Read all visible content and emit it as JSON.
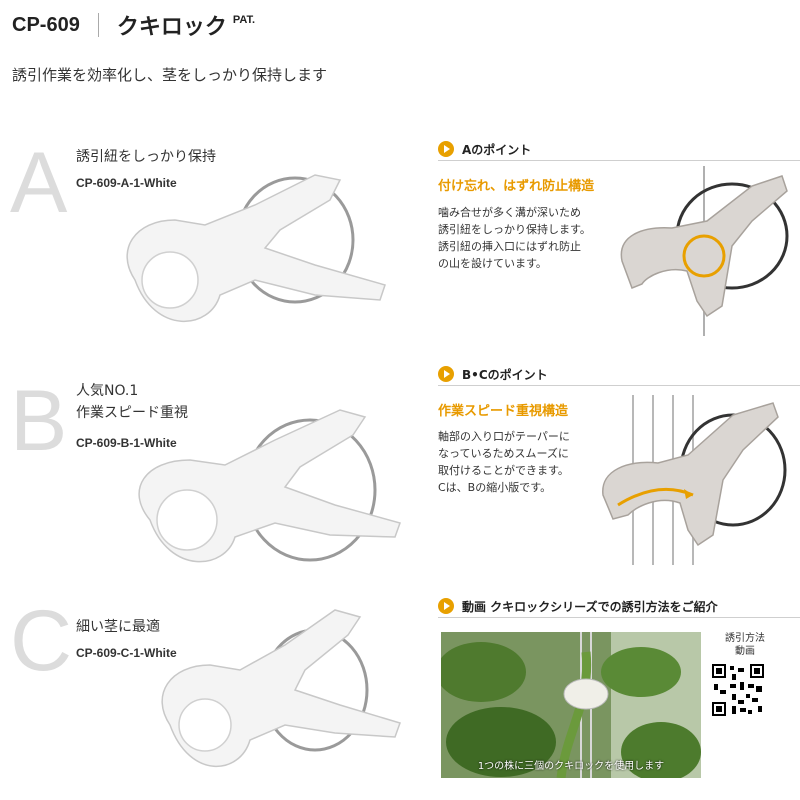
{
  "header": {
    "code": "CP-609",
    "name": "クキロック",
    "pat": "PAT."
  },
  "tagline": "誘引作業を効率化し、茎をしっかり保持します",
  "sections": [
    {
      "letter": "A",
      "title_lines": [
        "誘引紐をしっかり保持"
      ],
      "code": "CP-609-A-1-White"
    },
    {
      "letter": "B",
      "title_lines": [
        "人気NO.1",
        "作業スピード重視"
      ],
      "code": "CP-609-B-1-White"
    },
    {
      "letter": "C",
      "title_lines": [
        "細い茎に最適"
      ],
      "code": "CP-609-C-1-White"
    }
  ],
  "points": [
    {
      "heading": "Aのポイント",
      "subheading": "付け忘れ、はずれ防止構造",
      "desc_lines": [
        "噛み合せが多く溝が深いため",
        "誘引紐をしっかり保持します。",
        "誘引紐の挿入口にはずれ防止",
        "の山を設けています。"
      ]
    },
    {
      "heading": "B•Cのポイント",
      "subheading": "作業スピード重視構造",
      "desc_lines": [
        "軸部の入り口がテーパーに",
        "なっているためスムーズに",
        "取付けることができます。",
        "Cは、Bの縮小版です。"
      ]
    }
  ],
  "video": {
    "heading": "動画 クキロックシリーズでの誘引方法をご紹介",
    "caption": "1つの株に三個のクキロックを使用します",
    "qr_label_lines": [
      "誘引方法",
      "動画"
    ]
  },
  "colors": {
    "accent": "#e89a00",
    "letter": "#dcdcdc"
  }
}
